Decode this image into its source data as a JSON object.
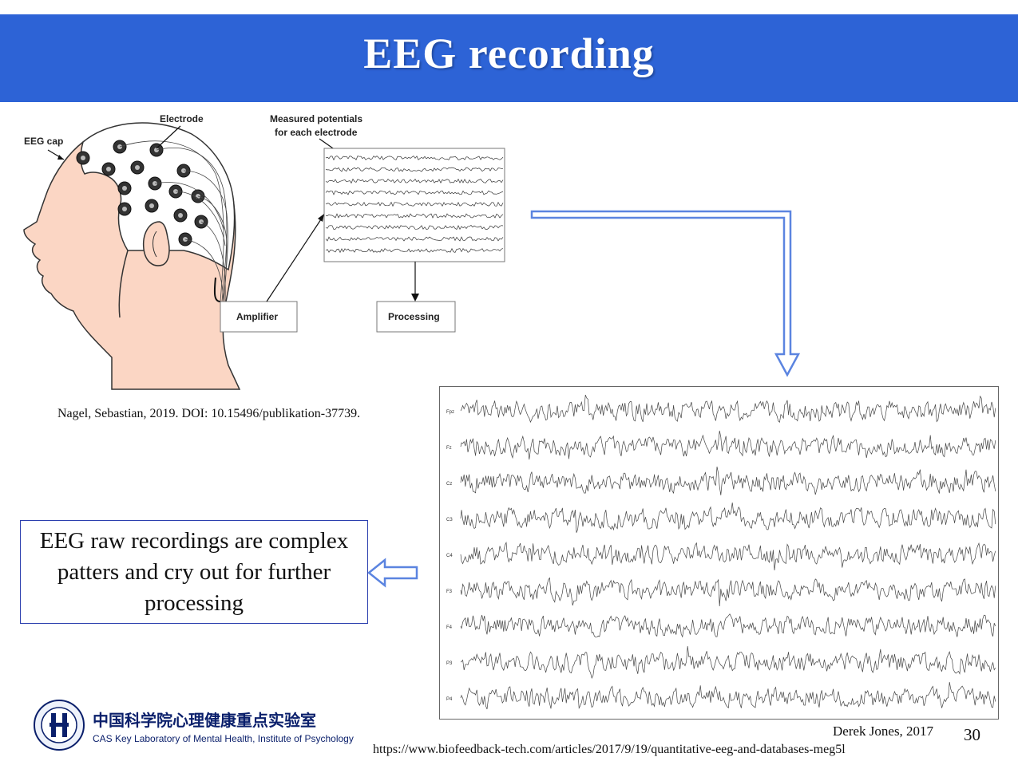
{
  "slide": {
    "title": "EEG recording",
    "page_number": "30"
  },
  "diagram": {
    "label_eeg_cap": "EEG cap",
    "label_electrode": "Electrode",
    "label_measured_line1": "Measured potentials",
    "label_measured_line2": "for each electrode",
    "box_amplifier": "Amplifier",
    "box_processing": "Processing",
    "citation": "Nagel, Sebastian, 2019. DOI: 10.15496/publikation-37739."
  },
  "eeg_panel": {
    "channels": [
      "Fpz",
      "Fz",
      "Cz",
      "C3",
      "C4",
      "F3",
      "F4",
      "P3",
      "P4"
    ],
    "credit": "Derek Jones, 2017",
    "url": "https://www.biofeedback-tech.com/articles/2017/9/19/quantitative-eeg-and-databases-meg5l"
  },
  "callout": {
    "text": "EEG raw recordings are complex patters and cry out for further processing"
  },
  "footer": {
    "lab_name_cn": "中国科学院心理健康重点实验室",
    "lab_name_en": "CAS Key Laboratory of Mental Health, Institute of Psychology"
  },
  "colors": {
    "banner": "#2d63d6",
    "arrow": "#5b84e0",
    "box_border": "#2b3fae"
  }
}
